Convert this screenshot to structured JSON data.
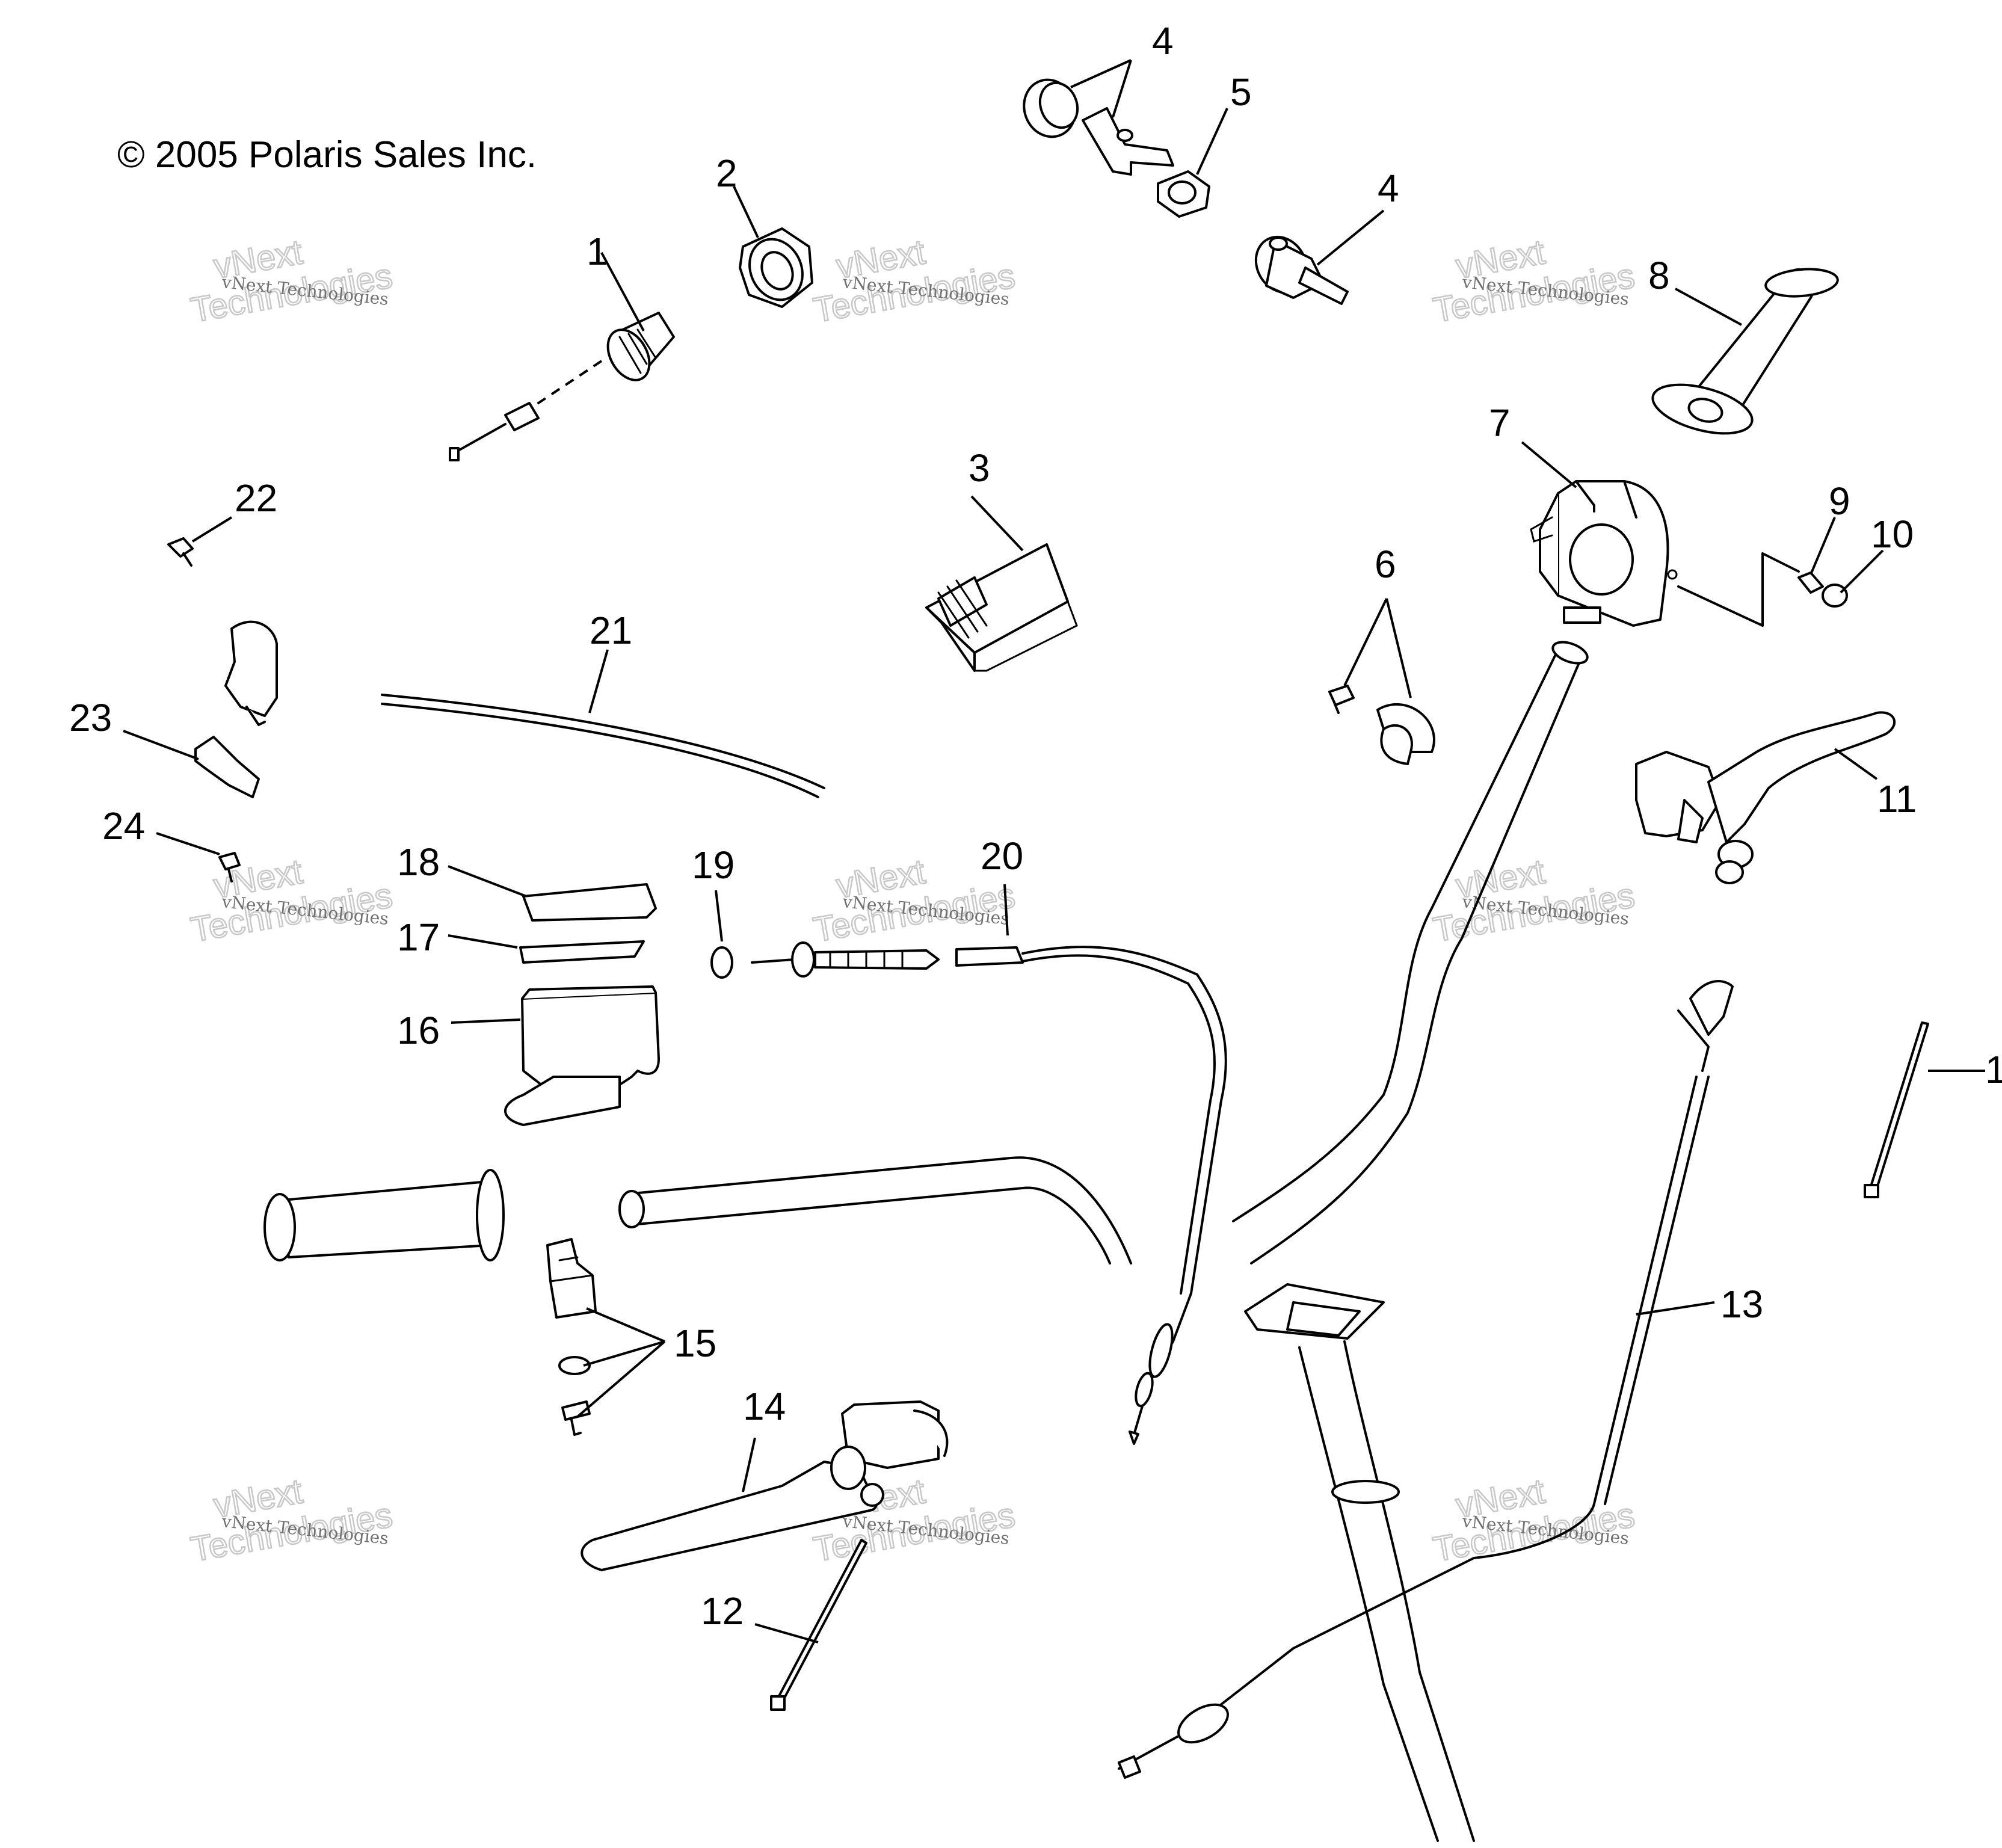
{
  "copyright": "© 2005 Polaris Sales Inc.",
  "watermark": {
    "small": "vNext Technologies",
    "big_top": "vNext",
    "big_bottom": "Technologies"
  },
  "callouts": [
    "1",
    "2",
    "3",
    "4",
    "4",
    "5",
    "6",
    "7",
    "8",
    "9",
    "10",
    "11",
    "12",
    "13",
    "14",
    "15",
    "16",
    "17",
    "18",
    "19",
    "20",
    "21",
    "22",
    "23",
    "24",
    "1"
  ]
}
